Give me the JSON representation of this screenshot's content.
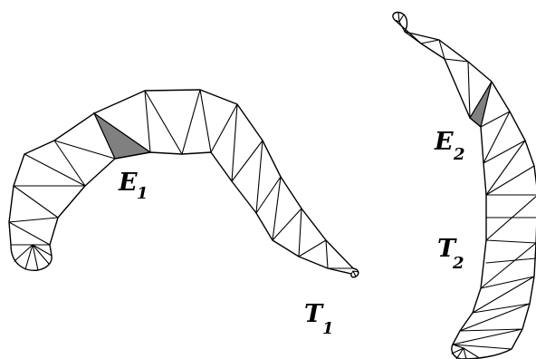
{
  "labels": {
    "e1": {
      "main": "E",
      "sub": "1"
    },
    "t1": {
      "main": "T",
      "sub": "1"
    },
    "e2": {
      "main": "E",
      "sub": "2"
    },
    "t2": {
      "main": "T",
      "sub": "2"
    }
  },
  "colors": {
    "background": "#ffffff",
    "line": "#000000",
    "highlight": "#808080"
  }
}
